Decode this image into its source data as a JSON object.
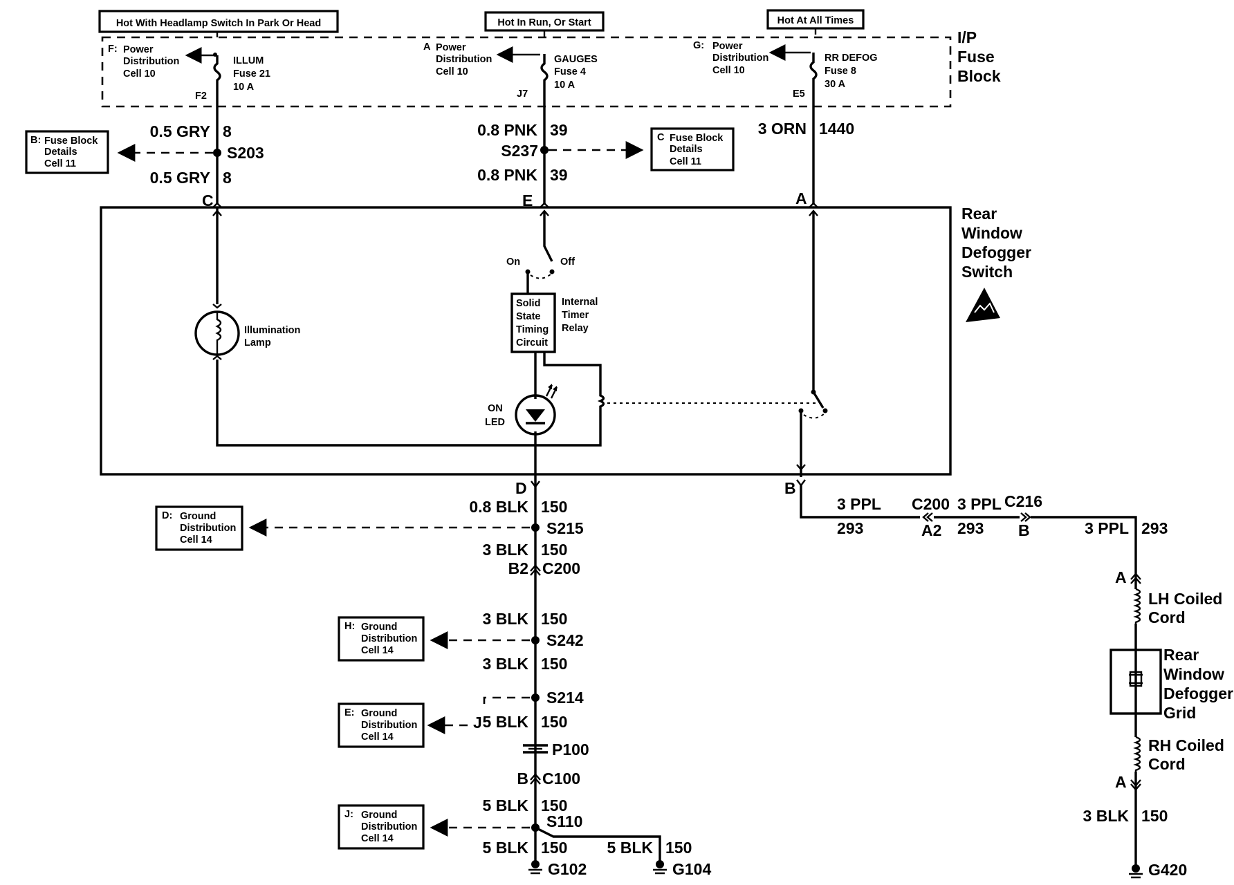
{
  "headers": {
    "illum": "Hot With Headlamp Switch  In Park Or Head",
    "run": "Hot In Run, Or Start",
    "always": "Hot At All Times"
  },
  "fuse_block": {
    "l1": "I/P",
    "l2": "Fuse",
    "l3": "Block"
  },
  "fuses": {
    "illum": {
      "ref_letter": "F:",
      "ref_l1": "Power",
      "ref_l2": "Distribution",
      "ref_l3": "Cell 10",
      "name": "ILLUM",
      "fuse": "Fuse 21",
      "amp": "10 A",
      "term": "F2"
    },
    "gauges": {
      "ref_letter": "A",
      "ref_l1": "Power",
      "ref_l2": "Distribution",
      "ref_l3": "Cell 10",
      "name": "GAUGES",
      "fuse": "Fuse 4",
      "amp": "10 A",
      "term": "J7"
    },
    "defog": {
      "ref_letter": "G:",
      "ref_l1": "Power",
      "ref_l2": "Distribution",
      "ref_l3": "Cell 10",
      "name": "RR DEFOG",
      "fuse": "Fuse 8",
      "amp": "30 A",
      "term": "E5"
    }
  },
  "wires": {
    "gry_top": {
      "gauge": "0.5 GRY",
      "circuit": "8"
    },
    "gry_bot": {
      "gauge": "0.5 GRY",
      "circuit": "8"
    },
    "pnk_top": {
      "gauge": "0.8 PNK",
      "circuit": "39"
    },
    "pnk_bot": {
      "gauge": "0.8 PNK",
      "circuit": "39"
    },
    "orn": {
      "gauge": "3 ORN",
      "circuit": "1440"
    },
    "blk_d": {
      "gauge": "0.8 BLK",
      "circuit": "150"
    },
    "blk_s215": {
      "gauge": "3 BLK",
      "circuit": "150"
    },
    "blk_c200": {
      "gauge": "3 BLK",
      "circuit": "150"
    },
    "blk_s242": {
      "gauge": "3 BLK",
      "circuit": "150"
    },
    "blk_s214": {
      "gauge": "5 BLK",
      "circuit": "150"
    },
    "blk_c100": {
      "gauge": "5 BLK",
      "circuit": "150"
    },
    "blk_g102": {
      "gauge": "5 BLK",
      "circuit": "150"
    },
    "blk_g104": {
      "gauge": "5 BLK",
      "circuit": "150"
    },
    "ppl1": {
      "gauge": "3 PPL",
      "circuit": "293"
    },
    "ppl2": {
      "gauge": "3 PPL",
      "circuit": "293"
    },
    "ppl3": {
      "gauge": "3 PPL",
      "circuit": "293"
    },
    "blk_g420": {
      "gauge": "3 BLK",
      "circuit": "150"
    }
  },
  "splices": {
    "s203": "S203",
    "s237": "S237",
    "s215": "S215",
    "s242": "S242",
    "s214": "S214",
    "s110": "S110",
    "p100": "P100"
  },
  "connectors": {
    "c200_left": "B2",
    "c200_right": "C200",
    "c100_left": "B",
    "c100_right": "C100",
    "c200_ppl_name": "C200",
    "c200_ppl_pin": "A2",
    "c216_name": "C216",
    "c216_pin": "B",
    "lh_pin": "A",
    "rh_pin": "A"
  },
  "grounds": {
    "g102": "G102",
    "g104": "G104",
    "g420": "G420"
  },
  "refs": {
    "fuse_b": {
      "letter": "B:",
      "l1": "Fuse Block",
      "l2": "Details",
      "l3": "Cell 11"
    },
    "fuse_c": {
      "letter": "C",
      "l1": "Fuse Block",
      "l2": "Details",
      "l3": "Cell 11"
    },
    "gnd_d": {
      "letter": "D:",
      "l1": "Ground",
      "l2": "Distribution",
      "l3": "Cell 14"
    },
    "gnd_h": {
      "letter": "H:",
      "l1": "Ground",
      "l2": "Distribution",
      "l3": "Cell 14"
    },
    "gnd_e": {
      "letter": "E:",
      "l1": "Ground",
      "l2": "Distribution",
      "l3": "Cell 14"
    },
    "gnd_j": {
      "letter": "J:",
      "l1": "Ground",
      "l2": "Distribution",
      "l3": "Cell 14"
    }
  },
  "switch": {
    "title_l1": "Rear",
    "title_l2": "Window",
    "title_l3": "Defogger",
    "title_l4": "Switch",
    "pin_c": "C",
    "pin_e": "E",
    "pin_a": "A",
    "pin_d": "D",
    "pin_b": "B",
    "on": "On",
    "off": "Off",
    "lamp_l1": "Illumination",
    "lamp_l2": "Lamp",
    "timer_l1": "Solid",
    "timer_l2": "State",
    "timer_l3": "Timing",
    "timer_l4": "Circuit",
    "relay_l1": "Internal",
    "relay_l2": "Timer",
    "relay_l3": "Relay",
    "led_l1": "ON",
    "led_l2": "LED"
  },
  "grid": {
    "lh_l1": "LH Coiled",
    "lh_l2": "Cord",
    "grid_l1": "Rear",
    "grid_l2": "Window",
    "grid_l3": "Defogger",
    "grid_l4": "Grid",
    "rh_l1": "RH Coiled",
    "rh_l2": "Cord"
  },
  "s214_marker": "J"
}
